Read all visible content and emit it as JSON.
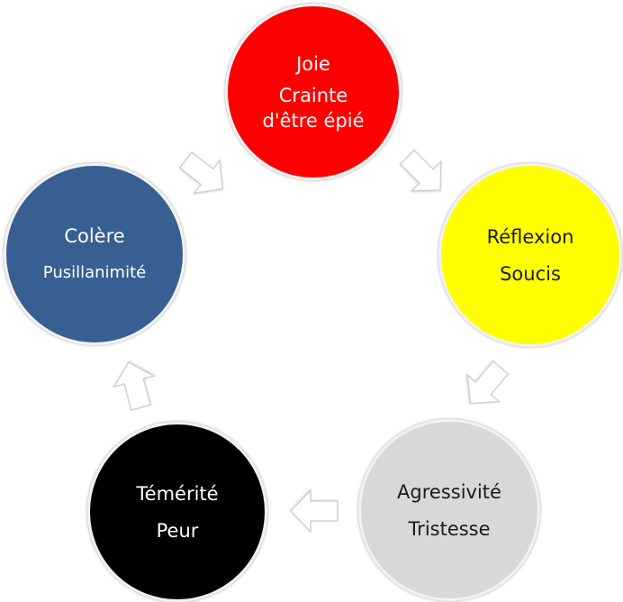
{
  "nodes": [
    {
      "id": "joie",
      "line1": "Joie",
      "line2": "Crainte\nd'être épié",
      "fill": "#ff0000",
      "text_color": "#ffffff"
    },
    {
      "id": "reflexion",
      "line1": "Réflexion",
      "line2": "Soucis",
      "fill": "#ffff00",
      "text_color": "#1a1a1a"
    },
    {
      "id": "agressivite",
      "line1": "Agressivité",
      "line2": "Tristesse",
      "fill": "#d8d8d8",
      "text_color": "#1a1a1a"
    },
    {
      "id": "temerite",
      "line1": "Témérité",
      "line2": "Peur",
      "fill": "#000000",
      "text_color": "#ffffff"
    },
    {
      "id": "colere",
      "line1": "Colère",
      "line2": "Pusillanimité",
      "fill": "#375f91",
      "text_color": "#ffffff"
    }
  ],
  "arrow_color": "#ffffff",
  "arrow_outline": "#cfcfcf"
}
